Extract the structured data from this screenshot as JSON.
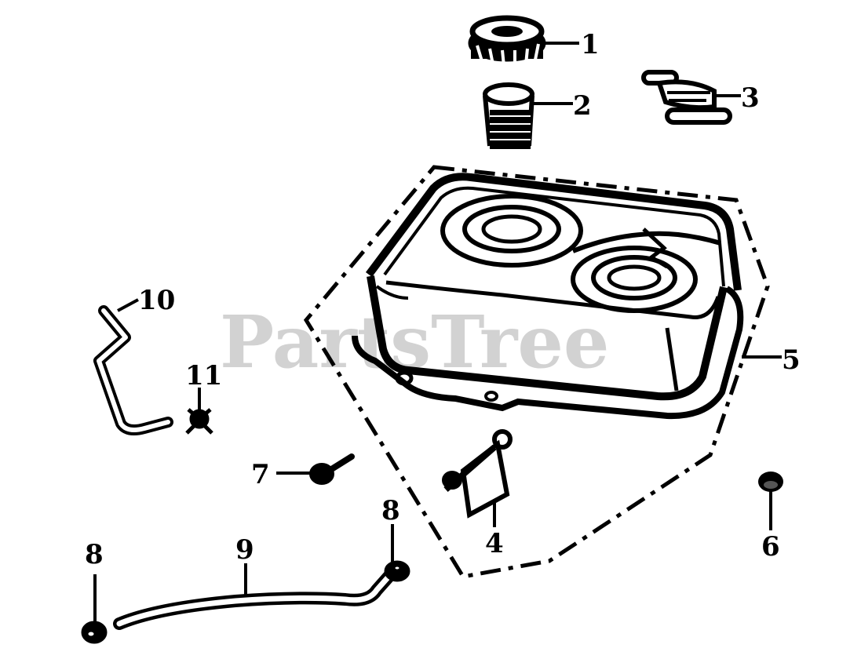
{
  "watermark": "PartsTree",
  "callouts": {
    "c1": "1",
    "c2": "2",
    "c3": "3",
    "c4": "4",
    "c5": "5",
    "c6": "6",
    "c7": "7",
    "c8a": "8",
    "c8b": "8",
    "c9": "9",
    "c10": "10",
    "c11": "11"
  },
  "colors": {
    "ink": "#000000",
    "watermark": "#d2d2d2",
    "background": "#ffffff"
  }
}
